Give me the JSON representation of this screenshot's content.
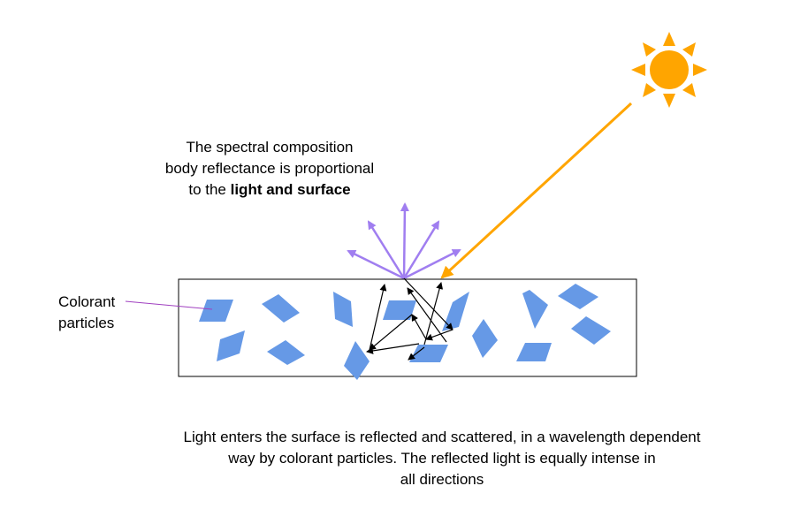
{
  "top_caption": {
    "line1": "The spectral composition",
    "line2": "body reflectance is proportional",
    "line3_prefix": "to the ",
    "line3_bold": "light and surface"
  },
  "colorant_label": {
    "line1": "Colorant",
    "line2": "particles"
  },
  "bottom_caption": {
    "line1": "Light enters the surface is reflected and scattered, in a wavelength dependent",
    "line2": "way by colorant particles. The reflected light is equally intense in",
    "line3": "all directions"
  },
  "colors": {
    "sun": "#ffa500",
    "incident_ray": "#ffa500",
    "reflected_rays": "#a07ef0",
    "particles": "#6699e6",
    "label_leader": "#a040c0",
    "scatter_arrows": "#000000"
  }
}
